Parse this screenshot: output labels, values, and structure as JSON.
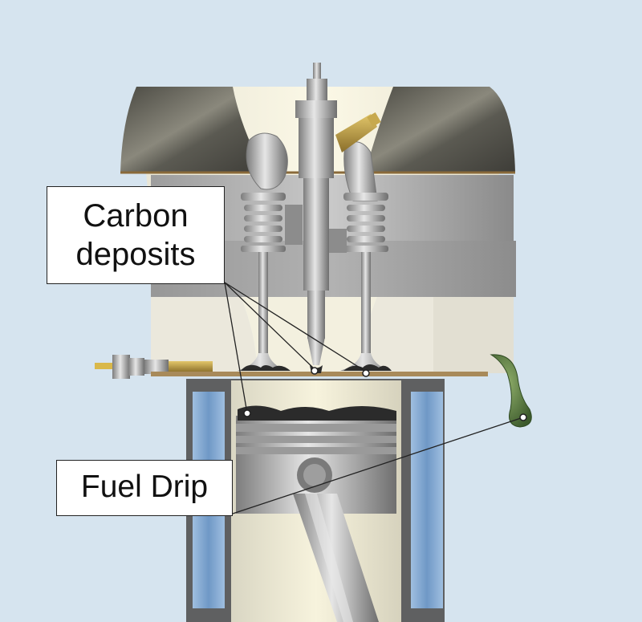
{
  "labels": {
    "carbon_line1": "Carbon",
    "carbon_line2": "deposits",
    "fuel_drip": "Fuel Drip"
  },
  "colors": {
    "background": "#d6e4ef",
    "head_dark": "#5d5b52",
    "metal_light": "#e8e6dc",
    "cylinder_liner": "#7fa5cf",
    "carbon": "#2b2b2b",
    "fuel_drop": "#4e6b3a",
    "brass": "#a88a3c"
  }
}
